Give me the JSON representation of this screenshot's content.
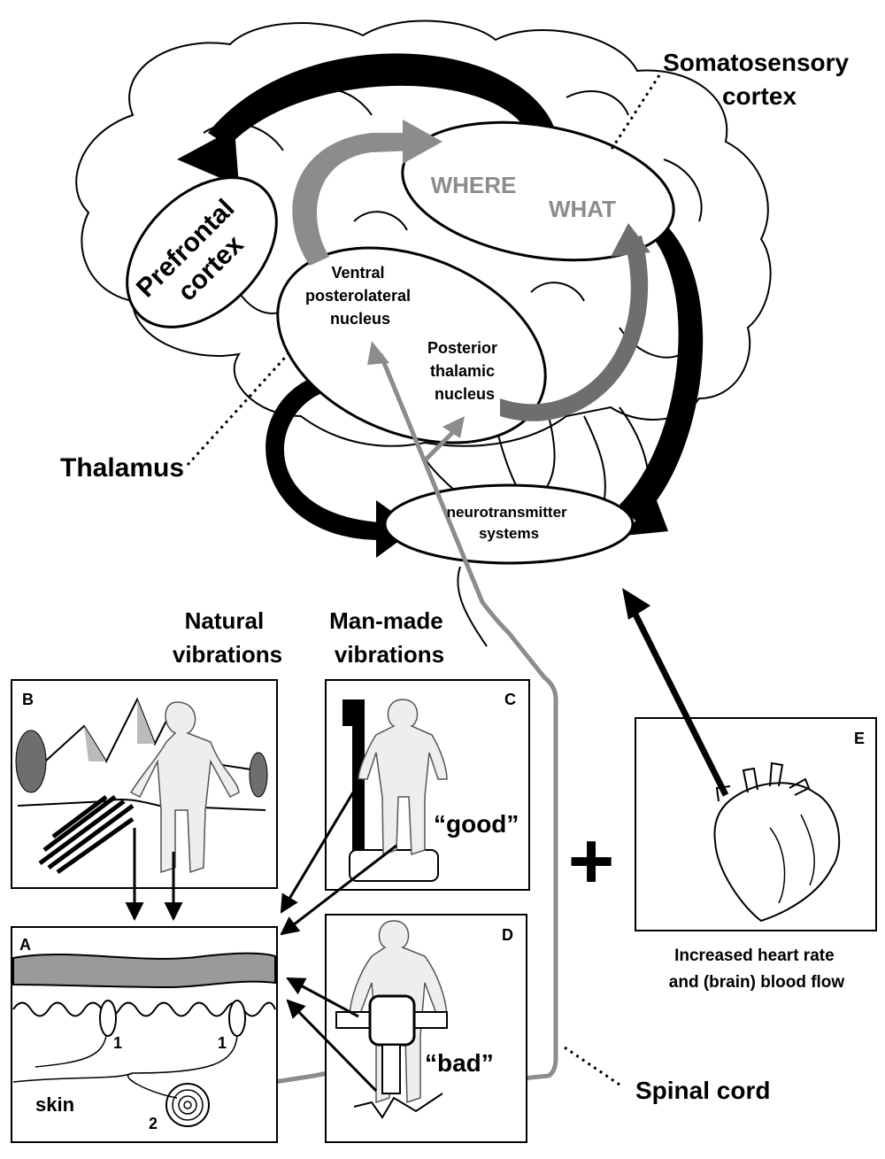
{
  "cortex_label": [
    "Somatosensory",
    "cortex"
  ],
  "prefrontal_label": [
    "Prefrontal",
    "cortex"
  ],
  "where_label": "WHERE",
  "what_label": "WHAT",
  "vpl_label": [
    "Ventral",
    "posterolateral",
    "nucleus"
  ],
  "pt_label": [
    "Posterior",
    "thalamic",
    "nucleus"
  ],
  "thalamus_label": "Thalamus",
  "neurotransmitter_label": [
    "neurotransmitter",
    "systems"
  ],
  "natural_label": [
    "Natural",
    "vibrations"
  ],
  "manmade_label": [
    "Man-made",
    "vibrations"
  ],
  "panel_letters": {
    "a": "A",
    "b": "B",
    "c": "C",
    "d": "D",
    "e": "E"
  },
  "good_label": "“good”",
  "bad_label": "“bad”",
  "skin_label": "skin",
  "receptor_labels": {
    "one_left": "1",
    "one_right": "1",
    "two": "2"
  },
  "plus_sign": "+",
  "heart_caption": [
    "Increased heart rate",
    "and (brain) blood flow"
  ],
  "spinal_label": "Spinal cord",
  "colors": {
    "black": "#000000",
    "gray_arrow": "#8c8c8c",
    "dark_gray_arrow": "#6e6e6e",
    "skin_band": "#9a9a9a",
    "figure_fill": "#eeeeee",
    "tree": "#6e6e6e"
  }
}
